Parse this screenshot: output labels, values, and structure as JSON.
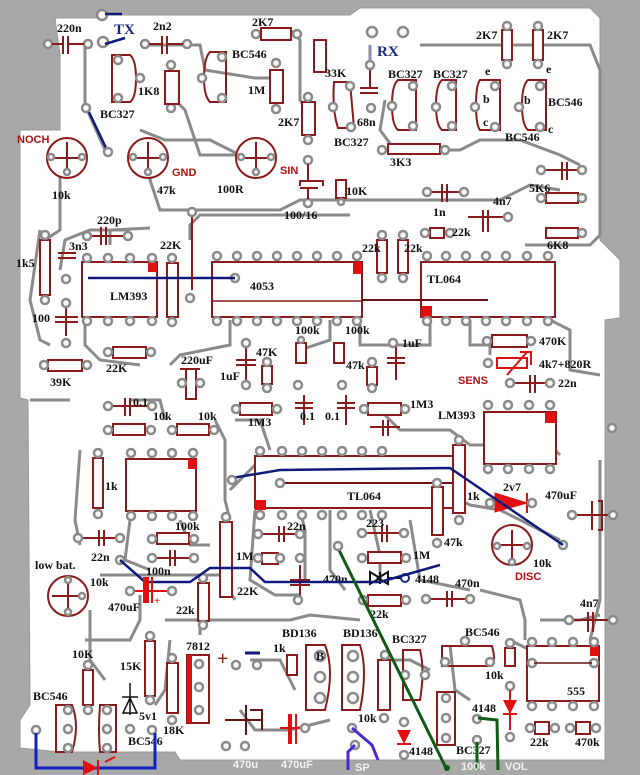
{
  "title": "Metal detector PCB component layout",
  "colors": {
    "background": "#a8a8a8",
    "board": "#ffffff",
    "trace": "#8a8a8a",
    "component": "#8b1a1a",
    "pin1_marker": "#e01010",
    "jumper_blue": "#101a7a",
    "jumper_green": "#0f5a14",
    "jumper_purple": "#4a2ad0",
    "label_red": "#b01010"
  },
  "connectors": {
    "tx": "TX",
    "rx": "RX",
    "sp": "SP",
    "vol": "VOL",
    "vol_pot": "100k"
  },
  "potentiometers": [
    {
      "id": "noch",
      "name": "NOCH",
      "value": "10k"
    },
    {
      "id": "gnd",
      "name": "GND",
      "value": "47k"
    },
    {
      "id": "sin",
      "name": "SIN",
      "value": "100R"
    },
    {
      "id": "disc",
      "name": "DISC",
      "value": "10k"
    },
    {
      "id": "lowbat",
      "name": "low bat.",
      "value": "10k"
    }
  ],
  "ics": [
    {
      "id": "lm393a",
      "name": "LM393"
    },
    {
      "id": "u4053",
      "name": "4053"
    },
    {
      "id": "tl064a",
      "name": "TL064"
    },
    {
      "id": "lm393b",
      "name": "LM393"
    },
    {
      "id": "tl064b",
      "name": "TL064"
    },
    {
      "id": "u555",
      "name": "555"
    },
    {
      "id": "reg7812",
      "name": "7812"
    }
  ],
  "transistors": {
    "bc327_tx": "BC327",
    "bc546_tx": "BC546",
    "bc327_rx1": "BC327",
    "bc327_rx2": "BC327",
    "bc327_rx3": "BC327",
    "bc546_rx1": "BC546",
    "bc546_rx2": "BC546",
    "bc546_lb1": "BC546",
    "bc546_lb2": "BC546",
    "bd136a": "BD136",
    "bd136b": "BD136",
    "bc327_out": "BC327",
    "bc546_out": "BC546",
    "bc327_out2": "BC327",
    "pin_e": "e",
    "pin_b": "b",
    "pin_c": "c",
    "pin_B": "B"
  },
  "resistors": {
    "r_2k7_top": "2K7",
    "r_1k8": "1K8",
    "r_1m_top": "1M",
    "r_2k7_mid": "2K7",
    "r_33k": "33K",
    "r_2k7_rx1": "2K7",
    "r_2k7_rx2": "2K7",
    "r_3k3": "3K3",
    "r_10k_sin": "10K",
    "r_5k6": "5K6",
    "r_6k8": "6K8",
    "r_1k5": "1k5",
    "r_22k_a": "22K",
    "r_22k_b": "22k",
    "r_22k_c": "22k",
    "r_22k_d": "22k",
    "r_39k": "39K",
    "r_22k_e": "22K",
    "r_100k_a": "100k",
    "r_100k_b": "100k",
    "r_47k_a": "47K",
    "r_47k_b": "47k",
    "r_470k": "470K",
    "sens": "4k7+820R",
    "r_10k_a": "10k",
    "r_10k_b": "10k",
    "r_1m3_a": "1M3",
    "r_1m3_b": "1M3",
    "r_1k_a": "1k",
    "r_1k_b": "1k",
    "r_100k_c": "100k",
    "r_1m_a": "1M",
    "r_1m_b": "1M",
    "r_47k_c": "47k",
    "r_22k_f": "22K",
    "r_22k_g": "22k",
    "r_22k_h": "22k",
    "r_10k_lb": "10K",
    "r_15k": "15K",
    "r_18k": "18K",
    "r_1k_bd": "1k",
    "r_10k_sp": "10k",
    "r_10k_out": "10k",
    "r_22k_555": "22k",
    "r_470k_555": "470k"
  },
  "capacitors": {
    "c_220n": "220n",
    "c_2n2": "2n2",
    "c_68n": "68n",
    "c_100_16": "100/16",
    "c_1n": "1n",
    "c_4n7": "4n7",
    "c_220p": "220p",
    "c_3n3": "3n3",
    "c_100": "100",
    "c_220uf": "220uF",
    "c_1uf_a": "1uF",
    "c_1uf_b": "1uF",
    "c_0_1_a": "0.1",
    "c_0_1_b": "0.1",
    "c_0_1_c": "0.1",
    "c_22n_a": "22n",
    "c_22n_b": "22n",
    "c_22n_c": "22n",
    "c_100n": "100n",
    "c_223": "223",
    "c_470n_a": "470n",
    "c_470n_b": "470n",
    "c_470uf_a": "470uF",
    "c_470uf_b": "470uF",
    "c_470u": "470u",
    "c_470uf_c": "470uF",
    "c_4n7_555": "4n7"
  },
  "diodes": {
    "d_2v7": "2v7",
    "d_5v1": "5v1",
    "d_4148_a": "4148",
    "d_4148_b": "4148",
    "d_4148_c": "4148"
  },
  "labels": {
    "sens": "SENS",
    "plus": "+",
    "minus": "−"
  }
}
